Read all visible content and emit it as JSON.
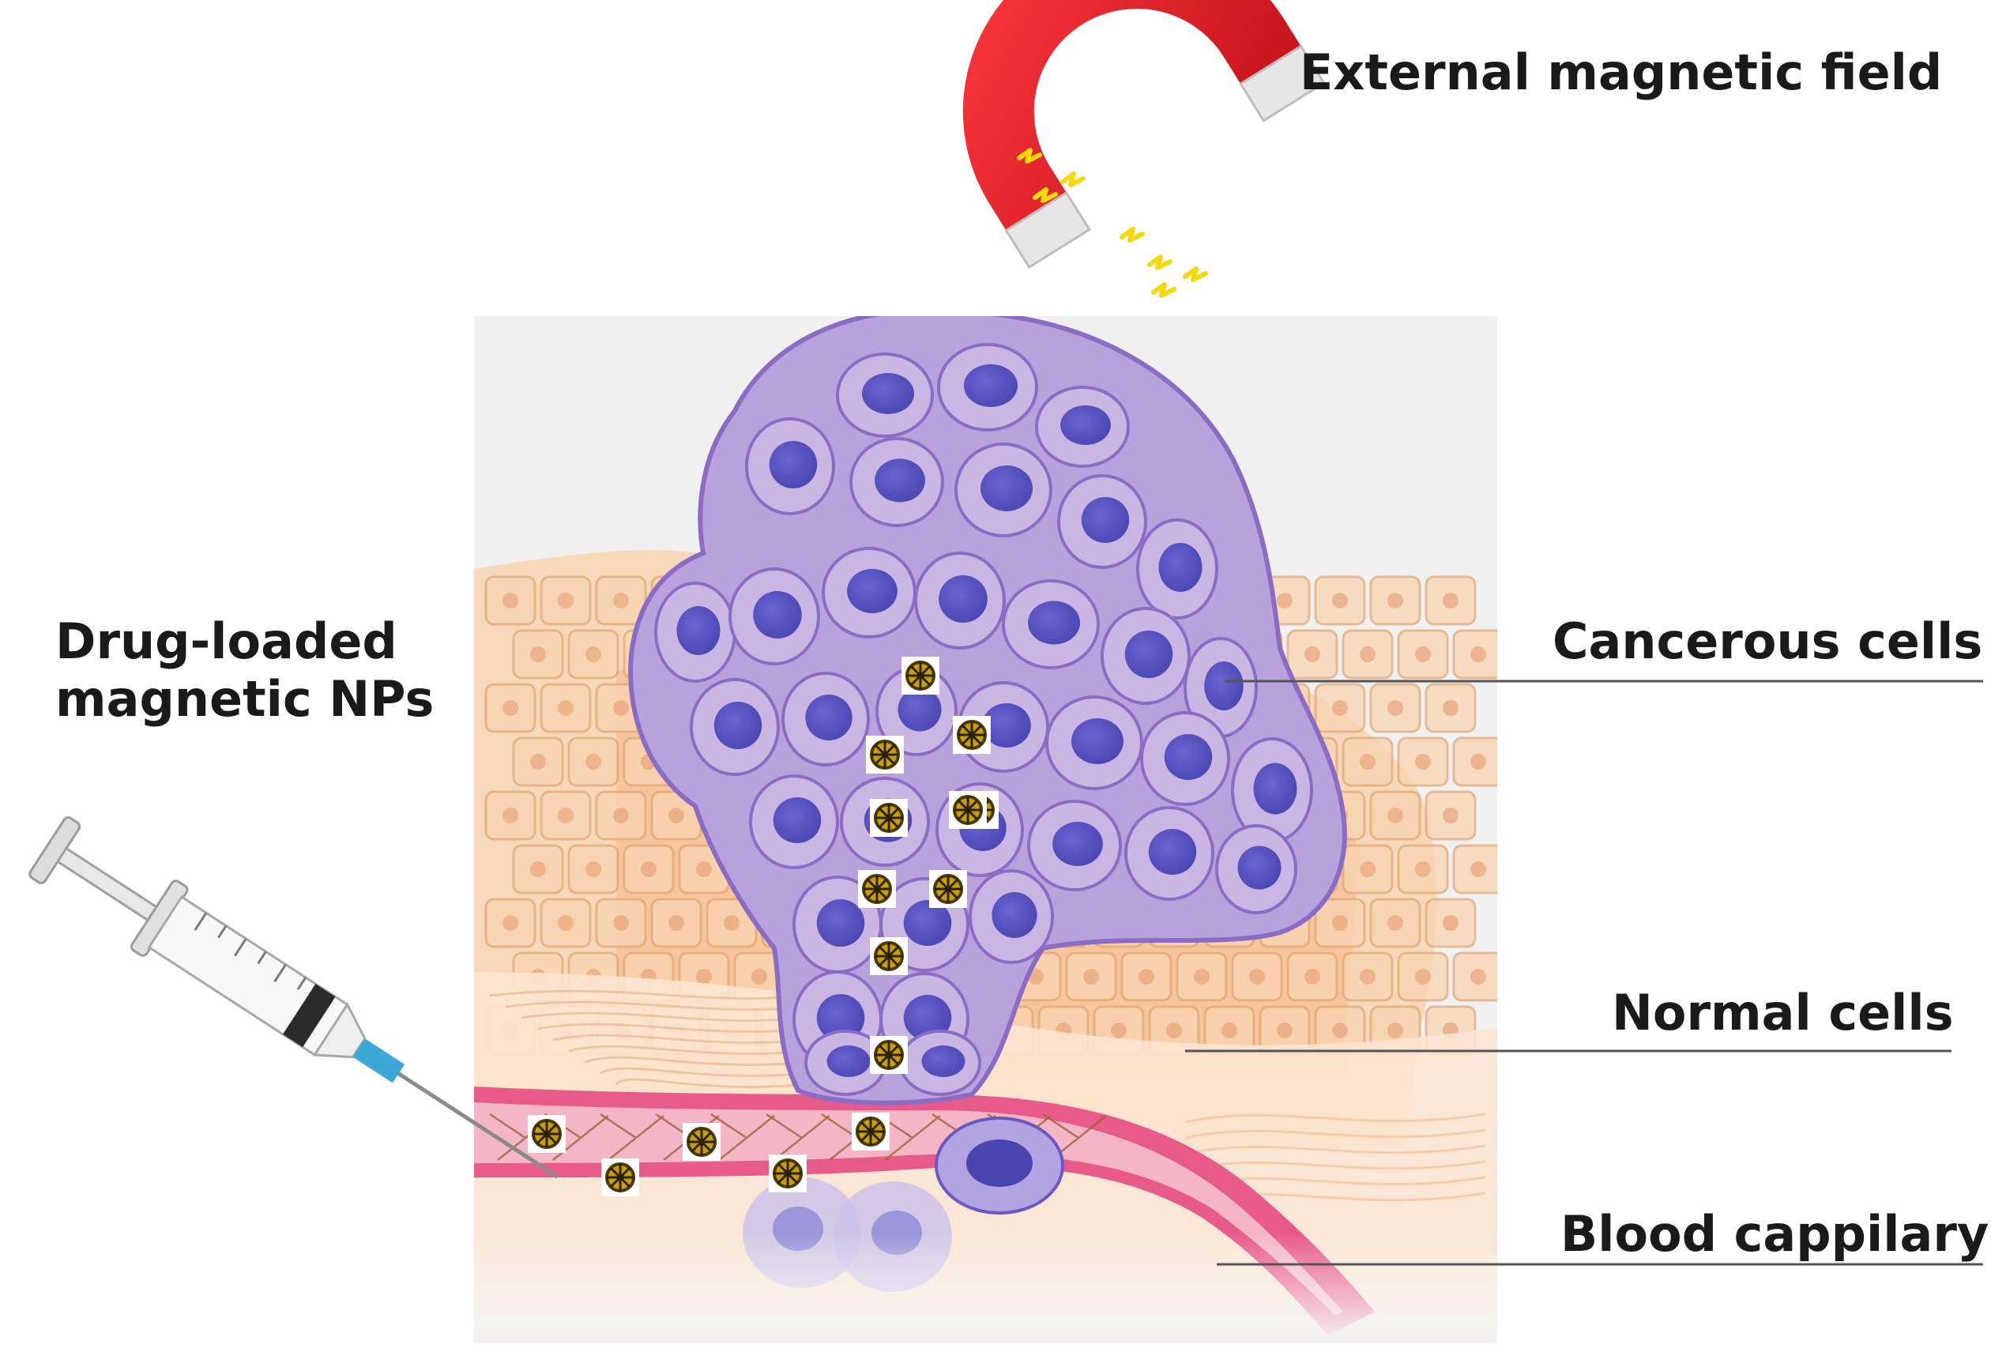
{
  "labels": {
    "external_field": "External magnetic field",
    "drug_line1": "Drug-loaded",
    "drug_line2": "magnetic NPs",
    "cancerous": "Cancerous cells",
    "normal": "Normal cells",
    "blood": "Blood cappilary"
  },
  "colors": {
    "magnet_red": "#e8202a",
    "magnet_pole": "#e6e6e6",
    "spark_yellow": "#f5d90a",
    "tissue_panel": "#f0f0f0",
    "normal_cell_fill": "#f9d4b0",
    "normal_cell_stroke": "#e0a874",
    "normal_nucleus": "#e8a47c",
    "cancer_cell_fill": "#c9b6e2",
    "cancer_cell_stroke": "#8b6cc4",
    "cancer_nucleus": "#5a54c4",
    "capillary_pink": "#e85a8a",
    "capillary_inner": "#f4b6c6",
    "np_gold": "#c7a000"
  },
  "icons": [
    "magnet-icon",
    "syringe-icon",
    "nanoparticle-icon"
  ]
}
